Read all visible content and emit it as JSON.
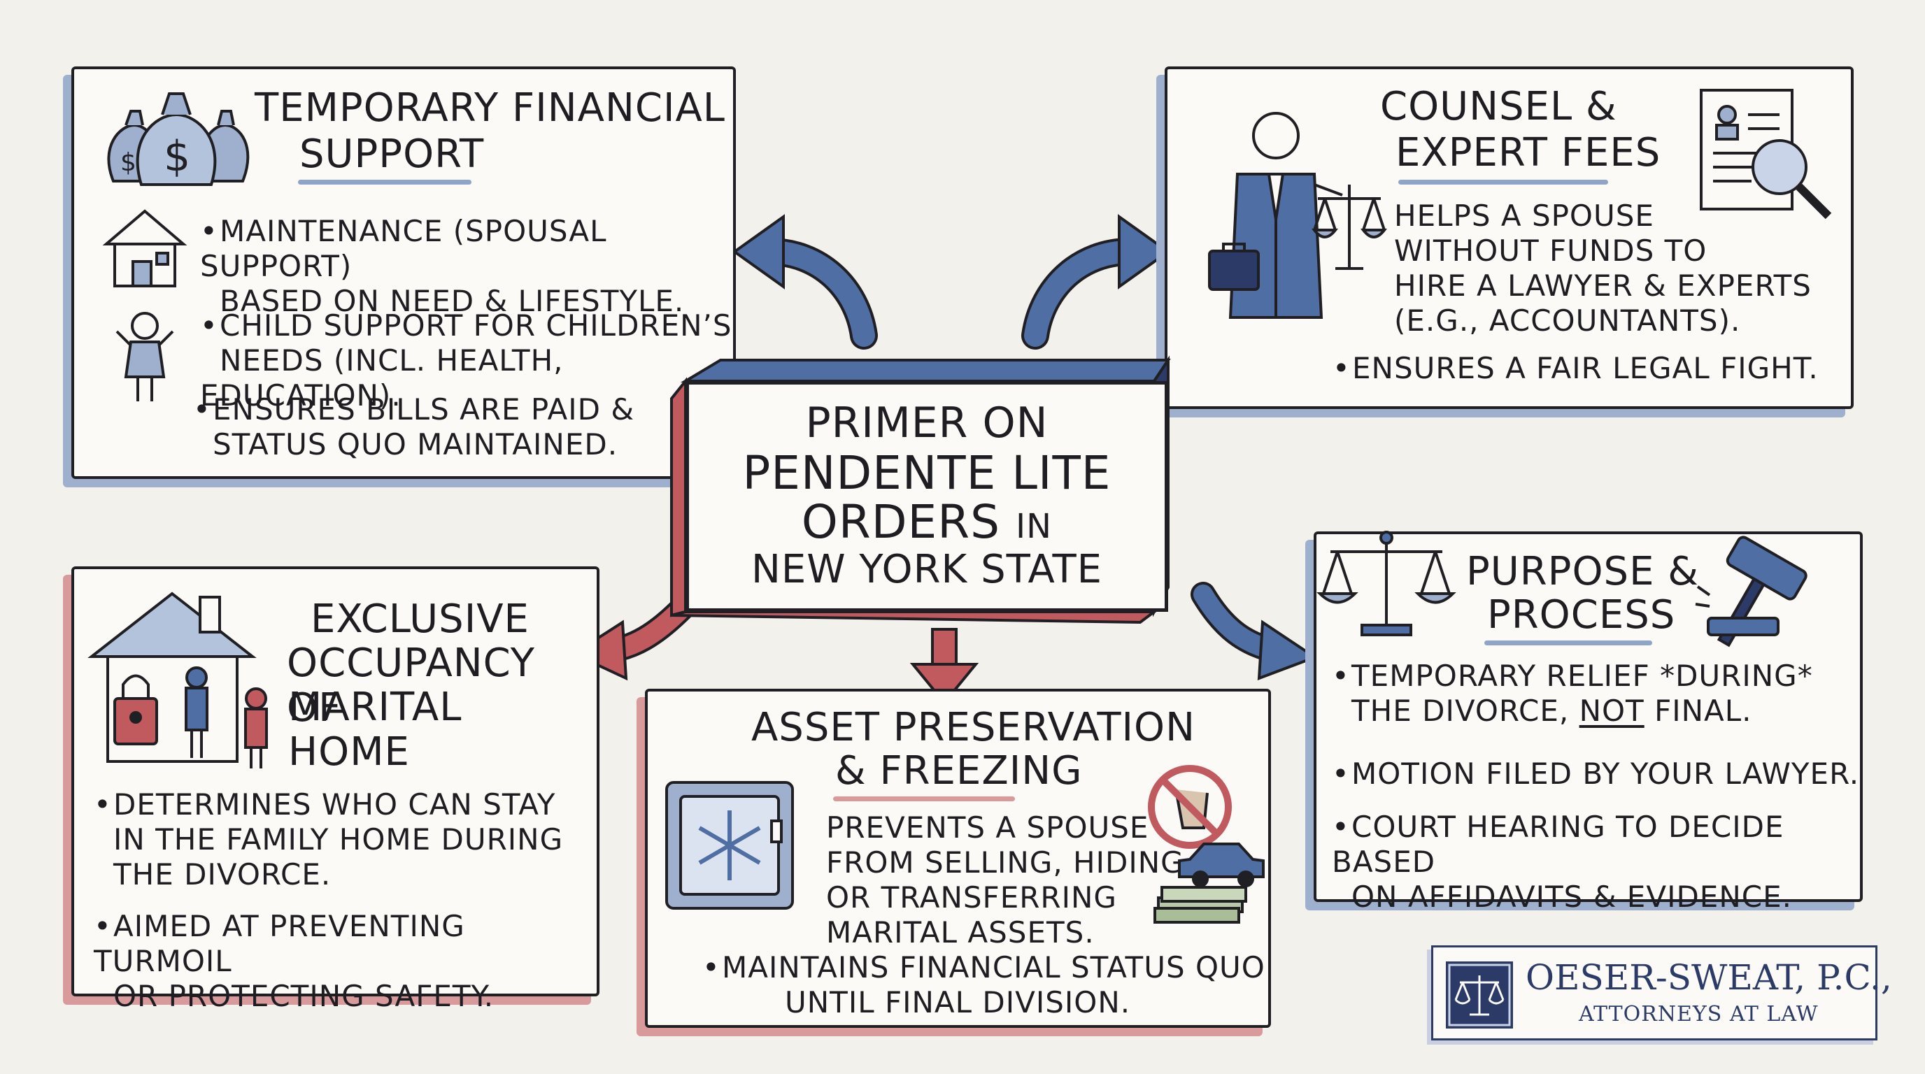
{
  "center": {
    "line1": "PRIMER ON",
    "line2": "PENDENTE LITE",
    "line3a": "ORDERS",
    "line3b": "IN",
    "line4": "NEW YORK STATE"
  },
  "temporary_support": {
    "title1": "TEMPORARY FINANCIAL",
    "title2": "SUPPORT",
    "b1_l1": "MAINTENANCE (SPOUSAL SUPPORT)",
    "b1_l2": "BASED ON NEED & LIFESTYLE.",
    "b2_l1": "CHILD SUPPORT FOR CHILDREN’S",
    "b2_l2": "NEEDS (INCL. HEALTH, EDUCATION).",
    "b3_l1": "ENSURES BILLS ARE PAID &",
    "b3_l2": "STATUS QUO MAINTAINED."
  },
  "counsel_fees": {
    "title1": "COUNSEL &",
    "title2": "EXPERT FEES",
    "p_l1": "HELPS A SPOUSE",
    "p_l2": "WITHOUT FUNDS TO",
    "p_l3": "HIRE A LAWYER & EXPERTS",
    "p_l4": "(E.G., ACCOUNTANTS).",
    "b1": "ENSURES A FAIR LEGAL FIGHT."
  },
  "exclusive_occupancy": {
    "title1": "EXCLUSIVE",
    "title2": "OCCUPANCY OF",
    "title3": "MARITAL HOME",
    "b1_l1": "DETERMINES WHO CAN STAY",
    "b1_l2": "IN THE FAMILY HOME DURING",
    "b1_l3": "THE DIVORCE.",
    "b2_l1": "AIMED AT PREVENTING TURMOIL",
    "b2_l2": "OR PROTECTING SAFETY."
  },
  "asset_preservation": {
    "title1": "ASSET PRESERVATION",
    "title2": "& FREEZING",
    "p_l1": "PREVENTS A SPOUSE",
    "p_l2": "FROM SELLING, HIDING,",
    "p_l3": "OR TRANSFERRING",
    "p_l4": "MARITAL ASSETS.",
    "b1_l1": "MAINTAINS FINANCIAL STATUS QUO",
    "b1_l2": "UNTIL FINAL DIVISION."
  },
  "purpose_process": {
    "title1": "PURPOSE &",
    "title2": "PROCESS",
    "b1_l1": "TEMPORARY RELIEF *DURING*",
    "b1_l2a": "THE DIVORCE,",
    "b1_l2b": "NOT",
    "b1_l2c": "FINAL.",
    "b2": "MOTION FILED BY YOUR LAWYER.",
    "b3_l1": "COURT HEARING TO DECIDE BASED",
    "b3_l2": "ON AFFIDAVITS & EVIDENCE."
  },
  "logo": {
    "firm": "OESER-SWEAT, P.C.,",
    "tagline": "ATTORNEYS AT LAW"
  },
  "colors": {
    "blue": "#4f6ea3",
    "red": "#c05a5e",
    "navy": "#2b3a66"
  }
}
